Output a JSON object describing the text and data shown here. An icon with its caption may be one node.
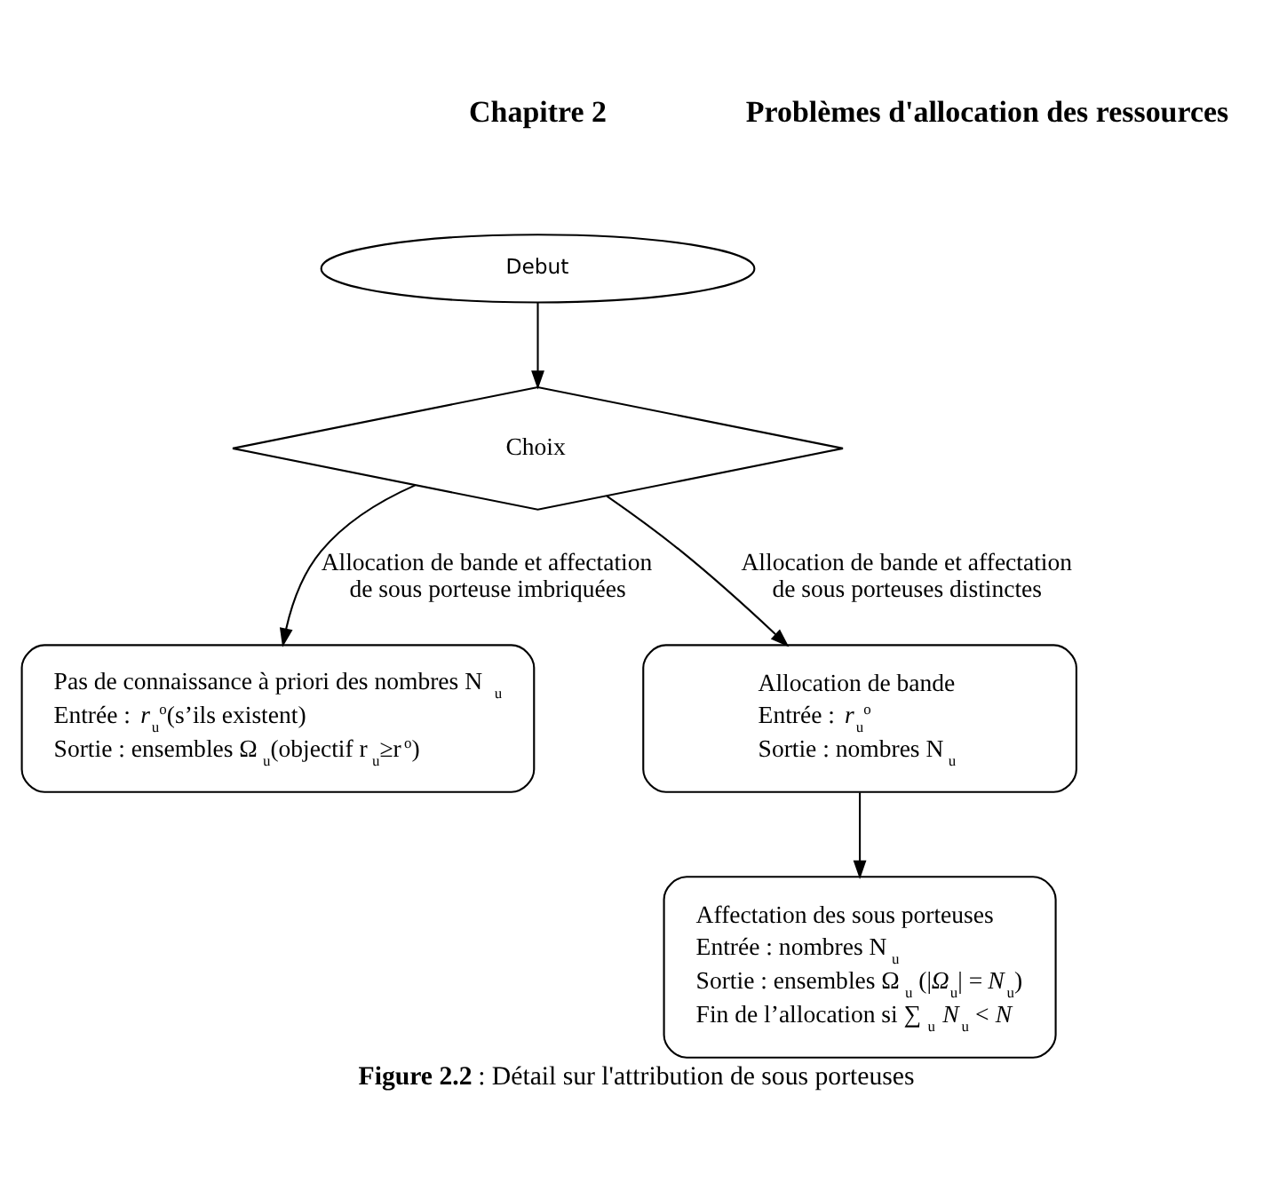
{
  "diagram": {
    "caption": "**Figure 2.2** : Détail sur l'attribution de sous porteuses",
    "nodes": [
      {
        "text": [
          "Debut"
        ]
      },
      {
        "text": [
          "Choix"
        ]
      },
      {
        "text": [
          "Pas de connaissance à priori des nombres N$_{u}$",
          "Entrée : *r*$_{u}$$^{o}$(s’ils existent)",
          "Sortie : ensembles Ω$_{u}$(objectif r$_{u}$≥r$^{o}$)"
        ]
      },
      {
        "text": [
          "Allocation de bande",
          "Entrée : *r*$_{u}$$^{o}$",
          "Sortie : nombres N$_{u}$"
        ]
      },
      {
        "text": [
          "Affectation des sous porteuses",
          "Entrée : nombres N$_{u}$",
          "Sortie : ensembles Ω$_{u}$ (|*Ω*$_{u}$| = *N*$_{u}$)",
          "Fin de l’allocation si ∑$_{u}$ *N*$_{u}$ < *N*"
        ]
      }
    ],
    "edges": [
      {
        "from": 0,
        "to": 1,
        "arrow": "to"
      },
      {
        "from": 1,
        "to": 2,
        "arrow": "to",
        "label": "Allocation de bande et affectation de sous porteuse imbriquées"
      },
      {
        "from": 1,
        "to": 3,
        "arrow": "to",
        "label": "Allocation de bande et affectation de sous porteuses distinctes"
      },
      {
        "from": 3,
        "to": 4,
        "arrow": "to"
      }
    ],
    "labels": [
      "Chapitre 2",
      "Problèmes d'allocation des ressources"
    ]
  }
}
